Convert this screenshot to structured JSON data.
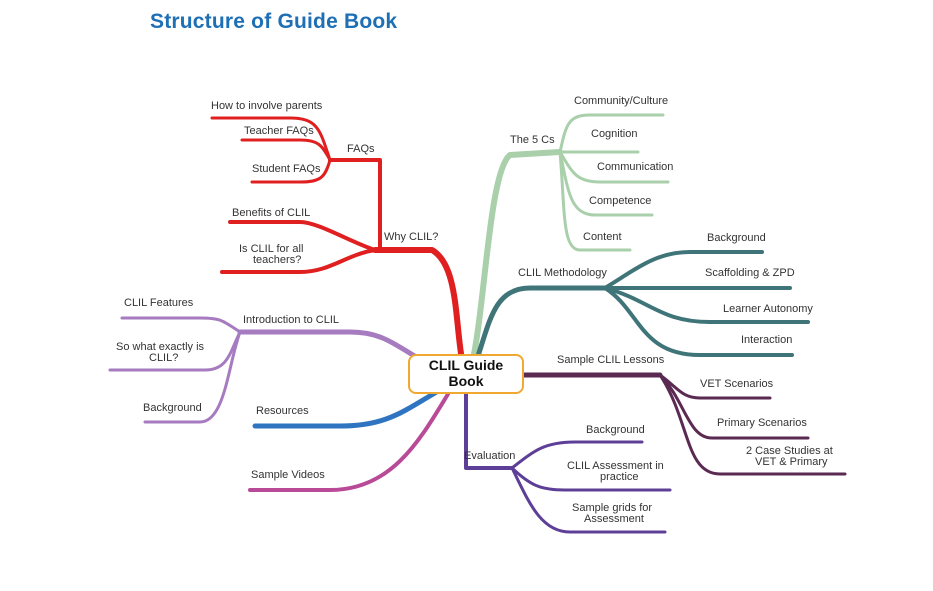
{
  "title": "Structure of Guide Book",
  "root": {
    "line1": "CLIL  Guide",
    "line2": "Book"
  },
  "colors": {
    "red": "#e02020",
    "purple": "#a67bc0",
    "blue": "#2f74c0",
    "magenta": "#b84a98",
    "green": "#a9cfab",
    "teal": "#3f7478",
    "plum": "#5a2a52",
    "violet": "#5e3f97",
    "box_border": "#f0a830"
  },
  "branches": {
    "why_clil": {
      "label": "Why CLIL?",
      "faqs": {
        "label": "FAQs",
        "items": [
          "How to involve parents",
          "Teacher FAQs",
          "Student FAQs"
        ]
      },
      "items": [
        "Benefits of CLIL",
        "Is  CLIL  for  all",
        "teachers?"
      ]
    },
    "intro": {
      "label": "Introduction to CLIL",
      "items": [
        "CLIL Features",
        "So  what  exactly  is",
        "CLIL?",
        "Background"
      ]
    },
    "resources": {
      "label": "Resources"
    },
    "videos": {
      "label": "Sample Videos"
    },
    "five_cs": {
      "label": "The 5 Cs",
      "items": [
        "Community/Culture",
        "Cognition",
        "Communication",
        "Competence",
        "Content"
      ]
    },
    "methodology": {
      "label": "CLIL Methodology",
      "items": [
        "Background",
        "Scaffolding & ZPD",
        "Learner Autonomy",
        "Interaction"
      ]
    },
    "lessons": {
      "label": "Sample CLIL Lessons",
      "items": [
        "VET Scenarios",
        "Primary Scenarios",
        "2  Case  Studies  at",
        "VET  &  Primary"
      ]
    },
    "evaluation": {
      "label": "Evaluation",
      "items": [
        "Background",
        "CLIL  Assessment  in",
        "practice",
        "Sample  grids  for",
        "Assessment"
      ]
    }
  }
}
